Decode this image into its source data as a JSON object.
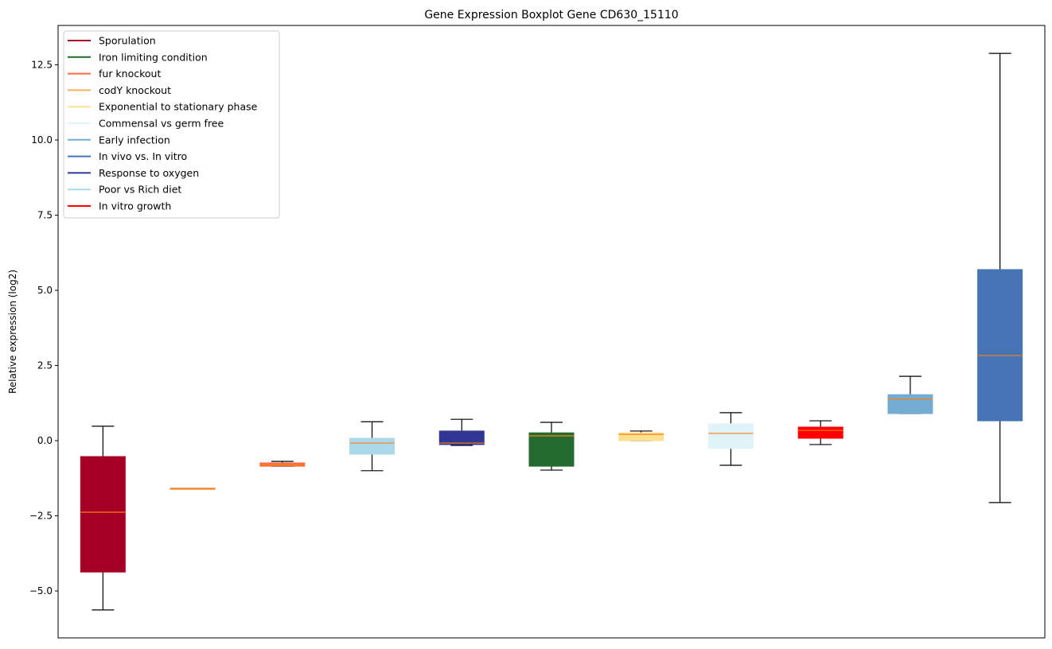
{
  "chart_data": {
    "type": "boxplot",
    "title": "Gene Expression Boxplot Gene CD630_15110",
    "xlabel": "",
    "ylabel": "Relative expression (log2)",
    "ylim": [
      -6.56,
      13.81
    ],
    "yticks": [
      -5.0,
      -2.5,
      0.0,
      2.5,
      5.0,
      7.5,
      10.0,
      12.5
    ],
    "ytick_labels": [
      "−5.0",
      "−2.5",
      "0.0",
      "2.5",
      "5.0",
      "7.5",
      "10.0",
      "12.5"
    ],
    "grid": false,
    "legend_position": "top-left",
    "median_color": "#ff7f0e",
    "legend": [
      {
        "label": "Sporulation",
        "color": "#a50026"
      },
      {
        "label": "Iron limiting condition",
        "color": "#1f6b2d"
      },
      {
        "label": "fur knockout",
        "color": "#f46d43"
      },
      {
        "label": "codY knockout",
        "color": "#fdae61"
      },
      {
        "label": "Exponential to stationary phase",
        "color": "#fee090"
      },
      {
        "label": "Commensal vs germ free",
        "color": "#e0f3f8"
      },
      {
        "label": "Early infection",
        "color": "#74add1"
      },
      {
        "label": "In vivo vs. In vitro",
        "color": "#4575b4"
      },
      {
        "label": "Response to oxygen",
        "color": "#313695"
      },
      {
        "label": "Poor vs Rich diet",
        "color": "#abd9e9"
      },
      {
        "label": "In vitro growth",
        "color": "#ff0000"
      }
    ],
    "boxes": [
      {
        "group": "Sporulation",
        "color": "#a50026",
        "whislo": -5.63,
        "q1": -4.37,
        "med": -2.38,
        "q3": -0.53,
        "whishi": 0.48
      },
      {
        "group": "codY knockout",
        "color": "#e8904e",
        "whislo": -1.59,
        "q1": -1.6,
        "med": -1.59,
        "q3": -1.58,
        "whishi": -1.59
      },
      {
        "group": "fur knockout",
        "color": "#f46d43",
        "whislo": -0.85,
        "q1": -0.85,
        "med": -0.8,
        "q3": -0.74,
        "whishi": -0.69
      },
      {
        "group": "Poor vs Rich diet",
        "color": "#abd9e9",
        "whislo": -1.0,
        "q1": -0.45,
        "med": -0.08,
        "q3": 0.08,
        "whishi": 0.63
      },
      {
        "group": "Response to oxygen",
        "color": "#313695",
        "whislo": -0.16,
        "q1": -0.13,
        "med": -0.08,
        "q3": 0.32,
        "whishi": 0.71
      },
      {
        "group": "Iron limiting condition",
        "color": "#246b2f",
        "whislo": -0.98,
        "q1": -0.85,
        "med": 0.16,
        "q3": 0.26,
        "whishi": 0.61
      },
      {
        "group": "Exponential to stationary phase",
        "color": "#fee090",
        "whislo": 0.0,
        "q1": 0.0,
        "med": 0.21,
        "q3": 0.26,
        "whishi": 0.32
      },
      {
        "group": "Commensal vs germ free",
        "color": "#e0f3f8",
        "whislo": -0.82,
        "q1": -0.26,
        "med": 0.24,
        "q3": 0.56,
        "whishi": 0.93
      },
      {
        "group": "In vitro growth",
        "color": "#ff0000",
        "whislo": -0.13,
        "q1": 0.08,
        "med": 0.34,
        "q3": 0.45,
        "whishi": 0.66
      },
      {
        "group": "Early infection",
        "color": "#74add1",
        "whislo": 0.9,
        "q1": 0.9,
        "med": 1.38,
        "q3": 1.53,
        "whishi": 2.14
      },
      {
        "group": "In vivo vs. In vitro",
        "color": "#4575b4",
        "whislo": -2.06,
        "q1": 0.66,
        "med": 2.83,
        "q3": 5.69,
        "whishi": 12.88
      }
    ]
  }
}
